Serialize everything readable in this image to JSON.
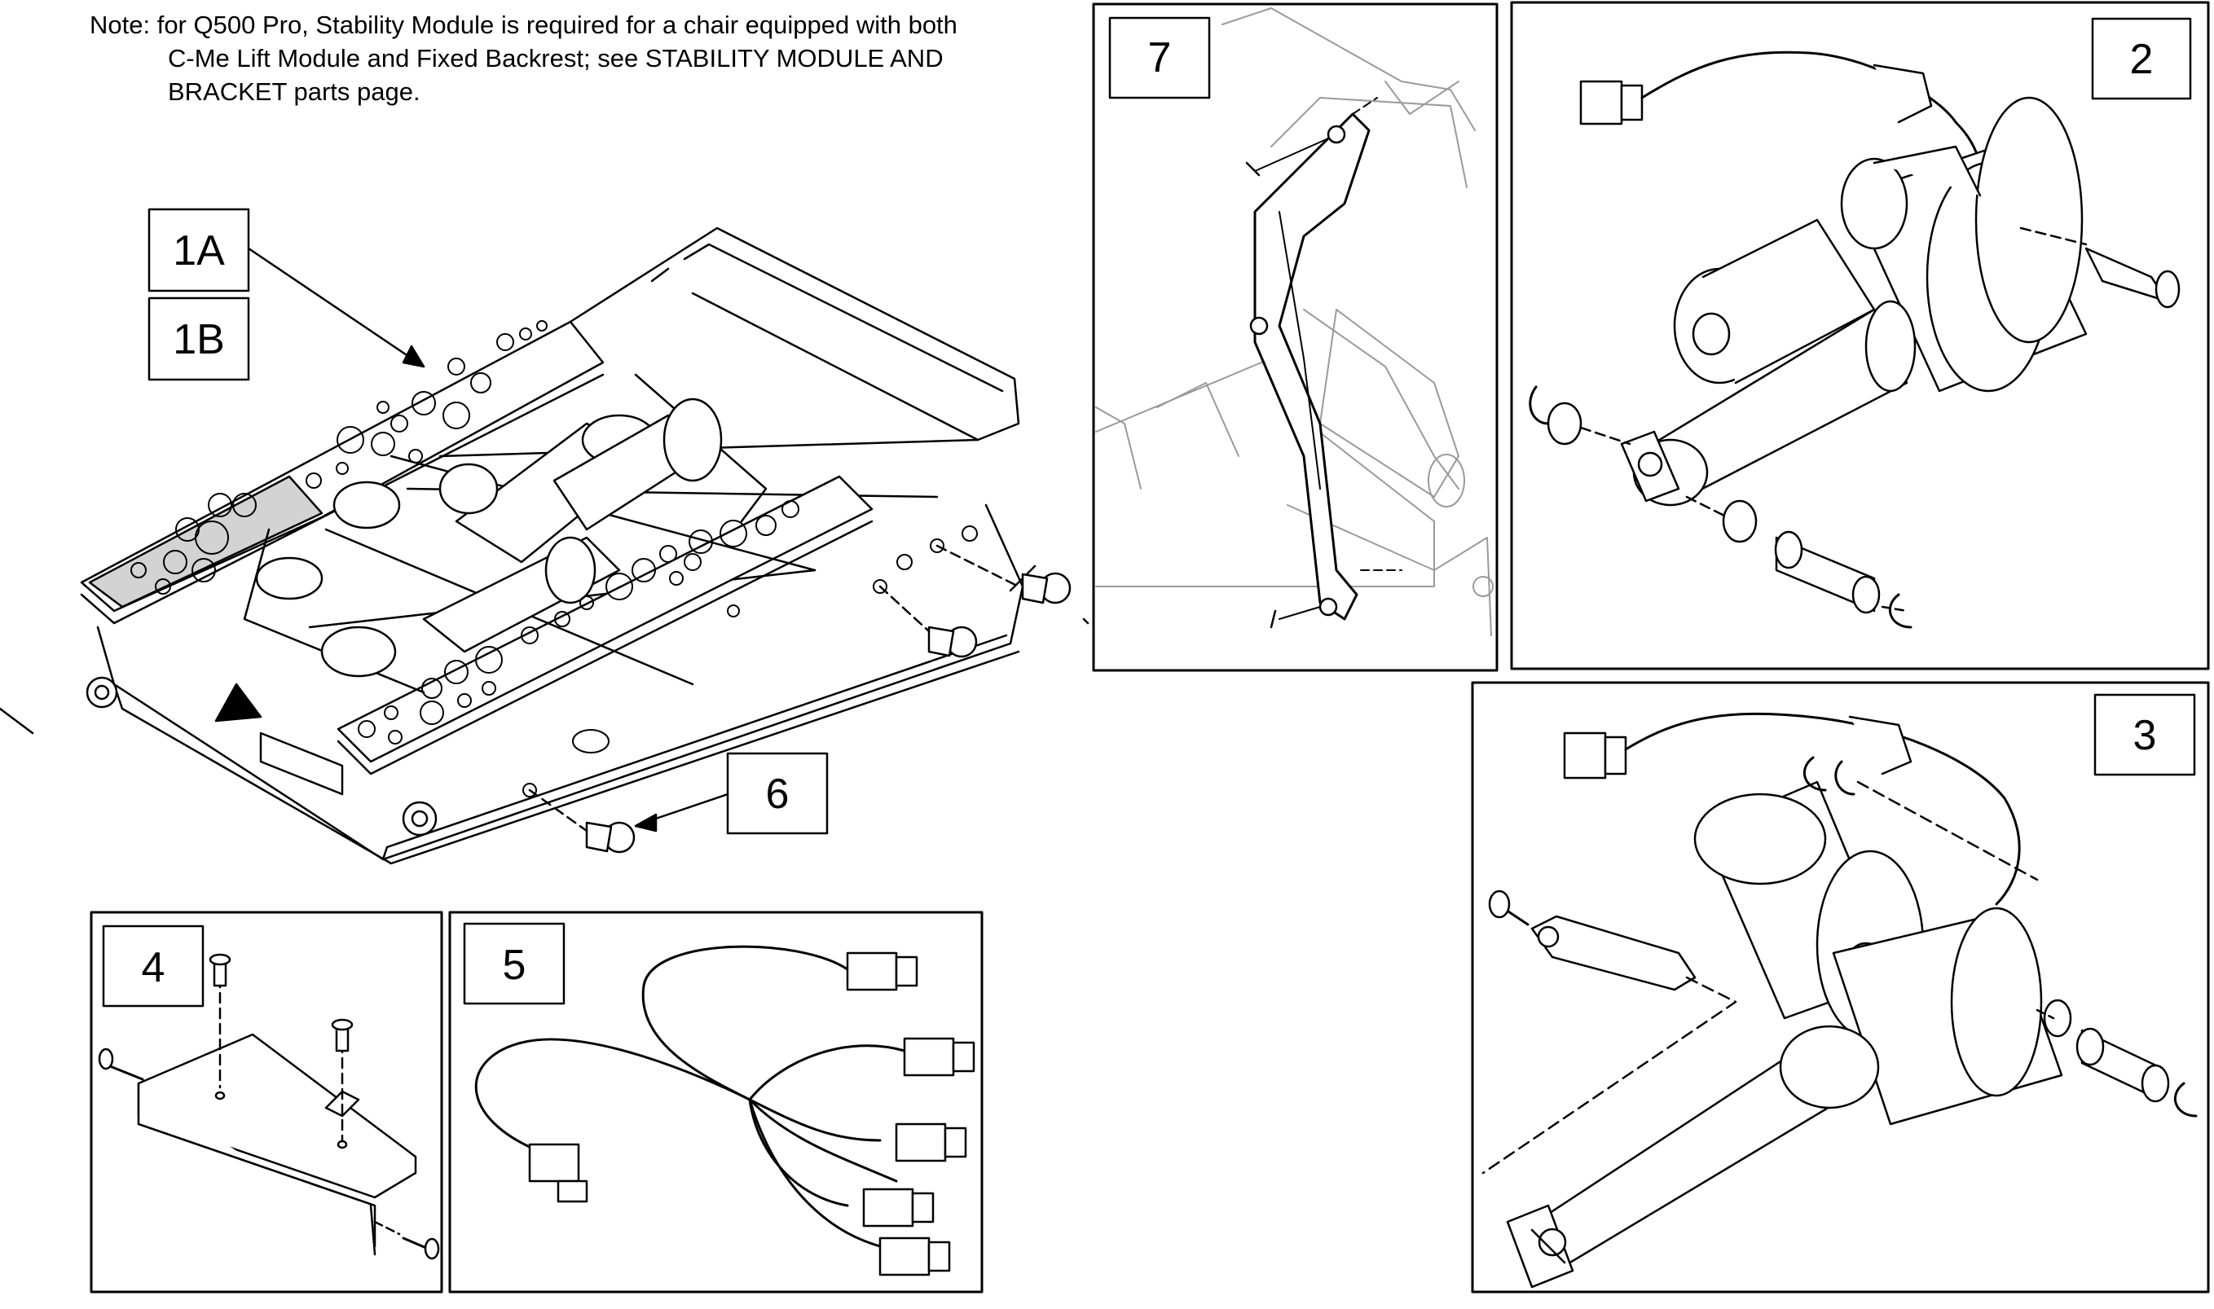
{
  "note": {
    "line1": "Note: for Q500 Pro, Stability Module is required for a chair equipped with both",
    "line2": "C-Me Lift Module and Fixed Backrest; see STABILITY MODULE AND",
    "line3": "BRACKET parts page."
  },
  "callouts": {
    "c1a": "1A",
    "c1b": "1B",
    "c2": "2",
    "c3": "3",
    "c4": "4",
    "c5": "5",
    "c6": "6",
    "c7": "7"
  },
  "colors": {
    "line": "#000000",
    "faded": "#9a9a9a",
    "fill": "#ffffff",
    "label_plate": "#d3d3d3"
  }
}
